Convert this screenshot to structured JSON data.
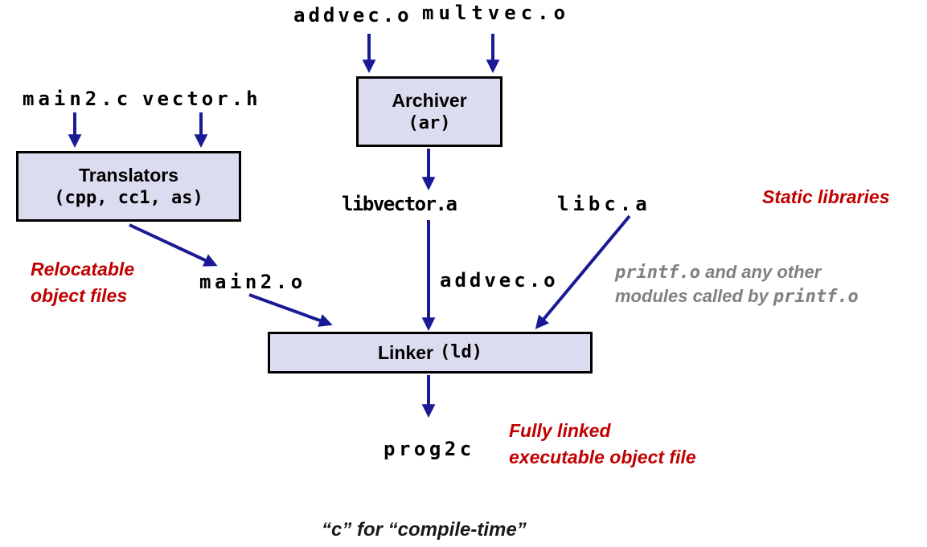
{
  "colors": {
    "box_fill": "#dcdcf0",
    "box_border": "#000000",
    "arrow": "#1a1a96",
    "annotation_red": "#c00000",
    "annotation_gray": "#808080"
  },
  "nodes": {
    "addvec_top": "addvec.o",
    "multvec_top": "multvec.o",
    "main2_c": "main2.c",
    "vector_h": "vector.h",
    "archiver": {
      "title": "Archiver",
      "subtitle": "(ar)"
    },
    "translators": {
      "title": "Translators",
      "subtitle": "(cpp, cc1, as)"
    },
    "libvector": "libvector.a",
    "libc": "libc.a",
    "main2_o": "main2.o",
    "addvec_mid": "addvec.o",
    "linker": {
      "title": "Linker",
      "subtitle": "(ld)"
    },
    "prog2c": "prog2c"
  },
  "annotations": {
    "relocatable": {
      "line1": "Relocatable",
      "line2": "object files"
    },
    "static_libraries": "Static libraries",
    "printf_note": {
      "code1": "printf.o",
      "text1": "  and any other",
      "text2": "modules called by ",
      "code2": "printf.o"
    },
    "fully_linked": {
      "line1": "Fully linked",
      "line2": "executable object file"
    },
    "caption": "“c” for “compile-time”"
  }
}
